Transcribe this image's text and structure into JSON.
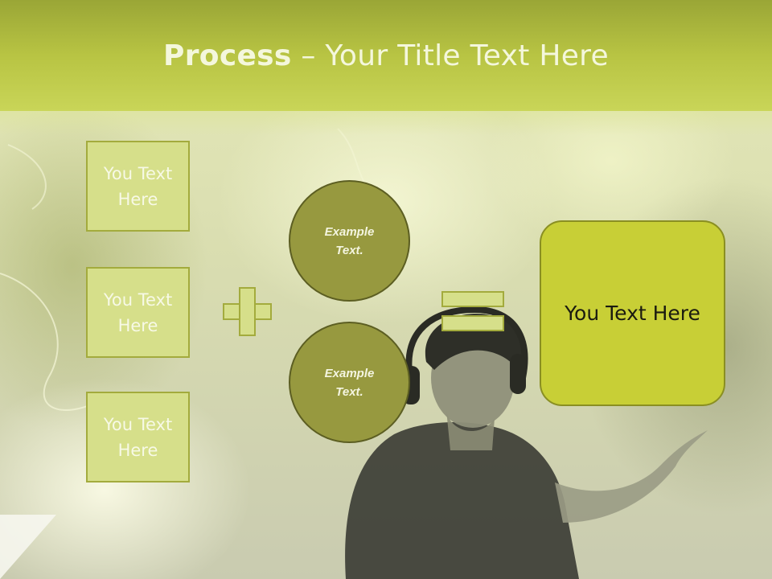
{
  "slide": {
    "title_bold": "Process",
    "title_rest": " – Your Title Text Here",
    "left_boxes": [
      {
        "text": "You Text Here"
      },
      {
        "text": "You Text Here"
      },
      {
        "text": "You Text Here"
      }
    ],
    "circles": [
      {
        "text": "Example Text."
      },
      {
        "text": "Example Text."
      }
    ],
    "operators": {
      "plus": "plus-icon",
      "equals": "equals-icon"
    },
    "result_box": {
      "text": "You Text Here"
    }
  },
  "colors": {
    "header": "#b8c443",
    "box_fill": "#d6df8a",
    "circle_fill": "#97993f",
    "result_fill": "#c8cf36"
  }
}
